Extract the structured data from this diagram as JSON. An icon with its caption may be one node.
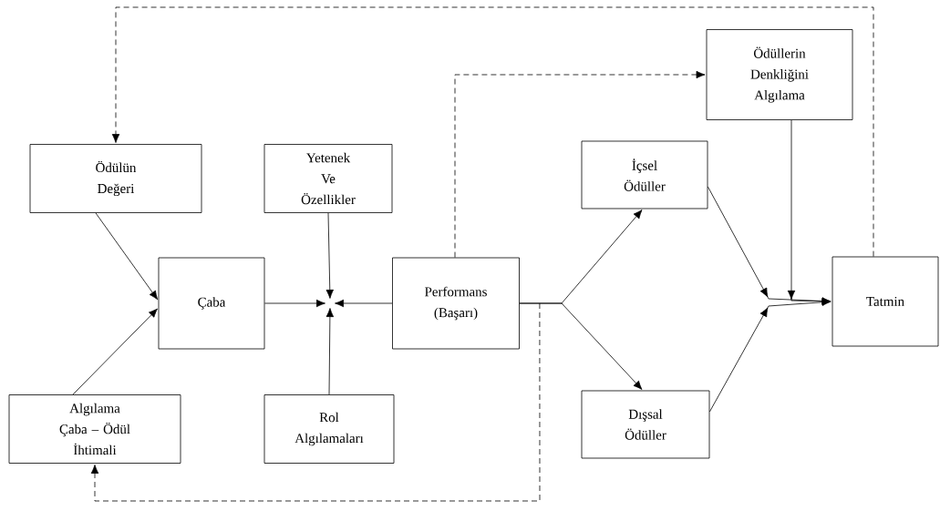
{
  "diagram": {
    "nodes": [
      {
        "text": [
          "Ödülün Değeri"
        ]
      },
      {
        "text": [
          "Yetenek Ve Özellikler"
        ]
      },
      {
        "text": [
          "Ödüllerin Denkliğini Algılama"
        ]
      },
      {
        "text": [
          "İçsel Ödüller"
        ]
      },
      {
        "text": [
          "Çaba"
        ]
      },
      {
        "text": [
          "Performans (Başarı)"
        ]
      },
      {
        "text": [
          "Tatmin"
        ]
      },
      {
        "text": [
          "Algılama Çaba – Ödül İhtimali"
        ]
      },
      {
        "text": [
          "Rol Algılamaları"
        ]
      },
      {
        "text": [
          "Dışsal Ödüller"
        ]
      }
    ],
    "edges": [
      {
        "from": 0,
        "to": 4,
        "arrow": "to"
      },
      {
        "from": 7,
        "to": 4,
        "arrow": "to"
      },
      {
        "from": 4,
        "to": null,
        "arrow": "to"
      },
      {
        "from": 1,
        "to": null,
        "arrow": "to"
      },
      {
        "from": 8,
        "to": null,
        "arrow": "to"
      },
      {
        "from": 5,
        "to": null,
        "arrow": "to"
      },
      {
        "from": 5,
        "to": 3,
        "arrow": "to"
      },
      {
        "from": 5,
        "to": 9,
        "arrow": "to"
      },
      {
        "from": 5,
        "to": 2,
        "arrow": "to",
        "style": "dashed"
      },
      {
        "from": 5,
        "to": 7,
        "arrow": "to",
        "style": "dashed"
      },
      {
        "from": 3,
        "to": 6,
        "arrow": "to"
      },
      {
        "from": 9,
        "to": 6,
        "arrow": "to"
      },
      {
        "from": 2,
        "to": 6,
        "arrow": "to"
      },
      {
        "from": 6,
        "to": 0,
        "arrow": "to",
        "style": "dashed"
      }
    ]
  }
}
